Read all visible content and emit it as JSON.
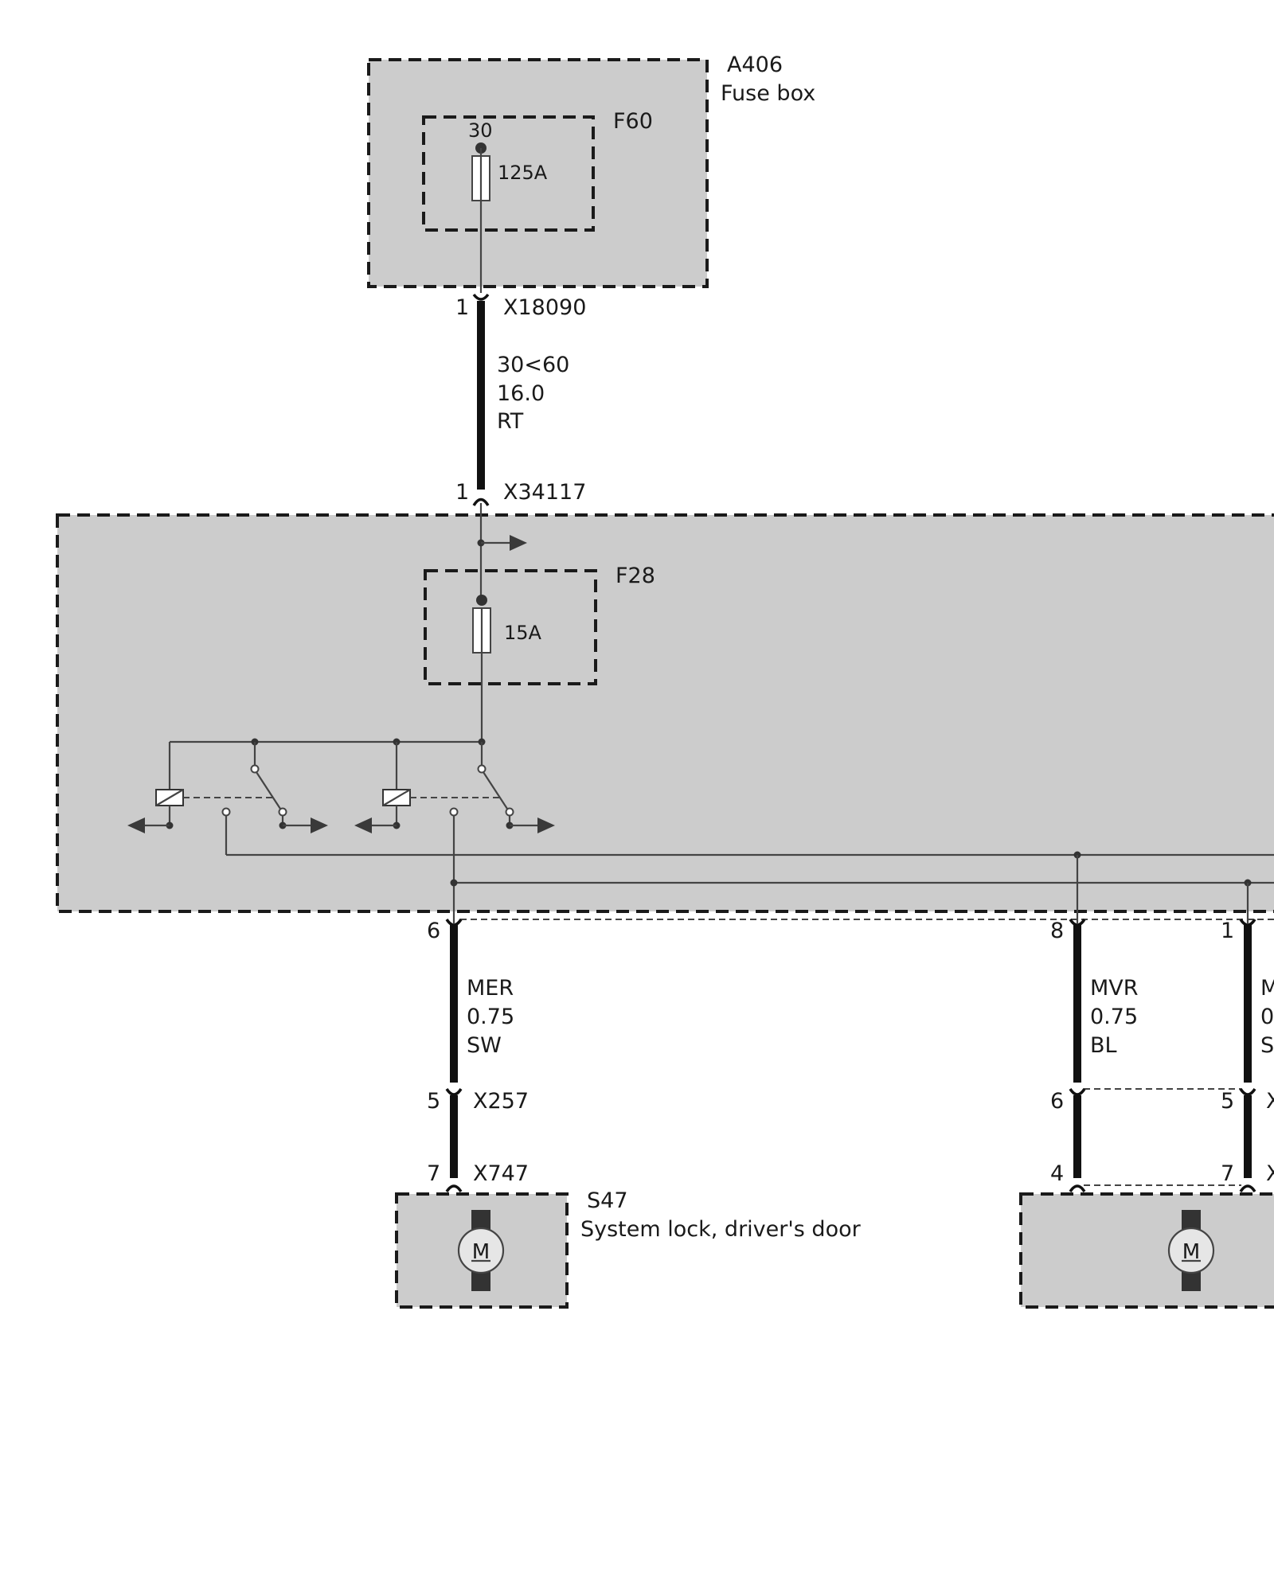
{
  "fuse_box": {
    "id": "A406",
    "name": "Fuse box",
    "fuse_id": "F60",
    "terminal": "30",
    "fuse_rating": "125A"
  },
  "connector_x18090": {
    "id": "X18090",
    "pin": "1"
  },
  "feed_wire": {
    "circuit": "30<60",
    "size": "16.0",
    "color": "RT"
  },
  "connector_x34117": {
    "id": "X34117",
    "pin": "1"
  },
  "module_fuse": {
    "id": "F28",
    "rating": "15A"
  },
  "drivers_door": {
    "module_pin": "6",
    "wire": {
      "circuit": "MER",
      "size": "0.75",
      "color": "SW"
    },
    "connector_a": {
      "id": "X257",
      "pin": "5"
    },
    "connector_b": {
      "id": "X747",
      "pin": "7"
    },
    "component": {
      "id": "S47",
      "name": "System lock, driver's door",
      "symbol": "M"
    }
  },
  "second_lock": {
    "module_pin_left": "8",
    "module_pin_right": "1",
    "wire": {
      "circuit": "MVR",
      "size": "0.75",
      "color": "BL"
    },
    "wire_right_partial": {
      "circuit": "M",
      "size": "0",
      "color": "S"
    },
    "pin_mid_left": "6",
    "pin_mid_right": "5",
    "pin_low_left": "4",
    "pin_low_right": "7",
    "connector_mid_partial": "X",
    "connector_low_partial": "X",
    "symbol": "M"
  }
}
